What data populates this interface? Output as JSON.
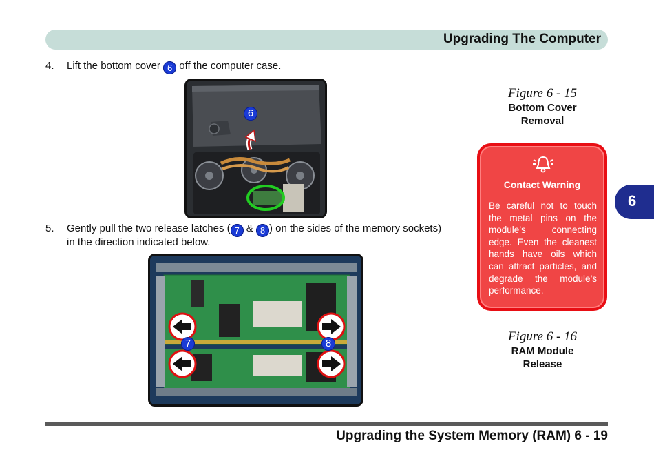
{
  "header": {
    "title": "Upgrading The Computer"
  },
  "steps": [
    {
      "number": "4.",
      "text_before": "Lift the bottom cover",
      "badge": "6",
      "text_after": "off the computer case."
    },
    {
      "number": "5.",
      "text_before": "Gently pull the two release latches (",
      "badge_a": "7",
      "amp": "&",
      "badge_b": "8",
      "text_after": ") on the sides of the memory sockets)",
      "line2": "in the direction indicated below."
    }
  ],
  "figures": [
    {
      "label": "Figure 6 - 15",
      "title_line1": "Bottom Cover",
      "title_line2": "Removal",
      "callout": "6"
    },
    {
      "label": "Figure 6 - 16",
      "title_line1": "RAM Module",
      "title_line2": "Release",
      "callout_left": "7",
      "callout_right": "8"
    }
  ],
  "warning": {
    "title": "Contact Warning",
    "text": "Be careful not to touch the metal pins on the module’s connecting edge. Even the cleanest hands have oils which can attract particles, and degrade the module’s performance.",
    "icon": "bell-alarm-icon"
  },
  "chapter_tab": {
    "number": "6"
  },
  "footer": {
    "text": "Upgrading the System Memory (RAM) 6 - 19"
  },
  "colors": {
    "header_bar": "#c6ddd8",
    "badge": "#1a3bd6",
    "warning_bg": "#f04545",
    "chapter_tab": "#1f2d8f"
  }
}
